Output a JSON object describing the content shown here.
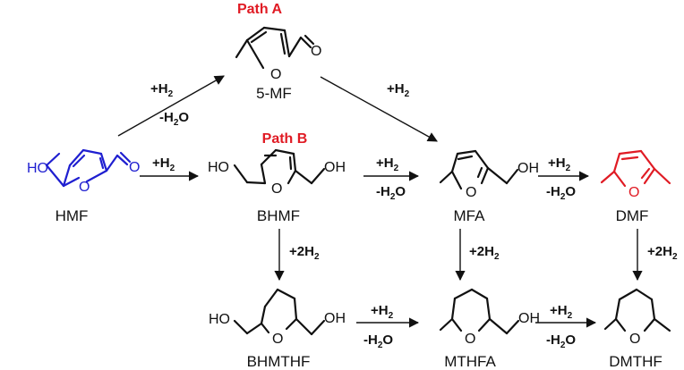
{
  "titles": {
    "path_a": "Path A",
    "path_b": "Path B"
  },
  "colors": {
    "highlight": "#e01b24",
    "hmf": "#1f1fd0",
    "ink": "#111111"
  },
  "molecules": {
    "mf5": "5-MF",
    "hmf": "HMF",
    "bhmf": "BHMF",
    "mfa": "MFA",
    "dmf": "DMF",
    "bhmthf": "BHMTHF",
    "mthfa": "MTHFA",
    "dmthf": "DMTHF"
  },
  "atoms": {
    "oxygen": "O",
    "hydroxyl_left": "HO",
    "hydroxyl_right": "OH"
  },
  "conditions": {
    "hydrogen": "+H",
    "double_hydrogen": "+2H",
    "subscript_2": "2",
    "minus_water_prefix": "-H",
    "water_suffix": "O"
  }
}
